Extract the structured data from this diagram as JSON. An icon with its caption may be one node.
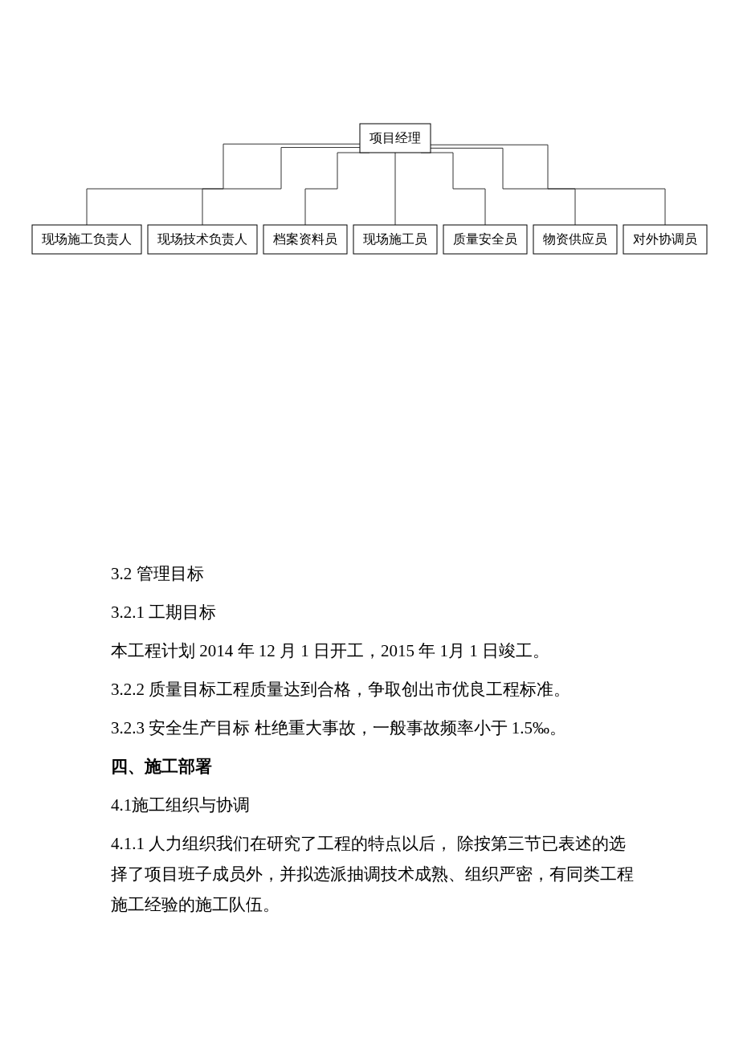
{
  "diagram": {
    "nodes": [
      {
        "text": [
          "项目经理"
        ]
      },
      {
        "text": [
          "现场施工负责人"
        ]
      },
      {
        "text": [
          "现场技术负责人"
        ]
      },
      {
        "text": [
          "档案资料员"
        ]
      },
      {
        "text": [
          "现场施工员"
        ]
      },
      {
        "text": [
          "质量安全员"
        ]
      },
      {
        "text": [
          "物资供应员"
        ]
      },
      {
        "text": [
          "对外协调员"
        ]
      }
    ],
    "edges": [
      {
        "from": 0,
        "to": 1,
        "arrow": "none"
      },
      {
        "from": 0,
        "to": 2,
        "arrow": "none"
      },
      {
        "from": 0,
        "to": 3,
        "arrow": "none"
      },
      {
        "from": 0,
        "to": 4,
        "arrow": "none"
      },
      {
        "from": 0,
        "to": 5,
        "arrow": "none"
      },
      {
        "from": 0,
        "to": 6,
        "arrow": "none"
      },
      {
        "from": 0,
        "to": 7,
        "arrow": "none"
      }
    ],
    "labels": [
      "3.2 管理目标",
      "3.2.1 工期目标",
      "本工程计划 2014 年 12 月 1 日开工，2015 年 1月 1 日竣工。",
      "3.2.2 质量目标工程质量达到合格，争取创出市优良工程标准。",
      "3.2.3 安全生产目标 杜绝重大事故，一般事故频率小于 1.5‰。",
      "四、施工部署",
      "4.1施工组织与协调",
      "4.1.1 人力组织我们在研究了工程的特点以后， 除按第三节已表述的选择了项目班子成员外，并拟选派抽调技术成熟、组织严密，有同类工程施工经验的施工队伍。"
    ]
  }
}
